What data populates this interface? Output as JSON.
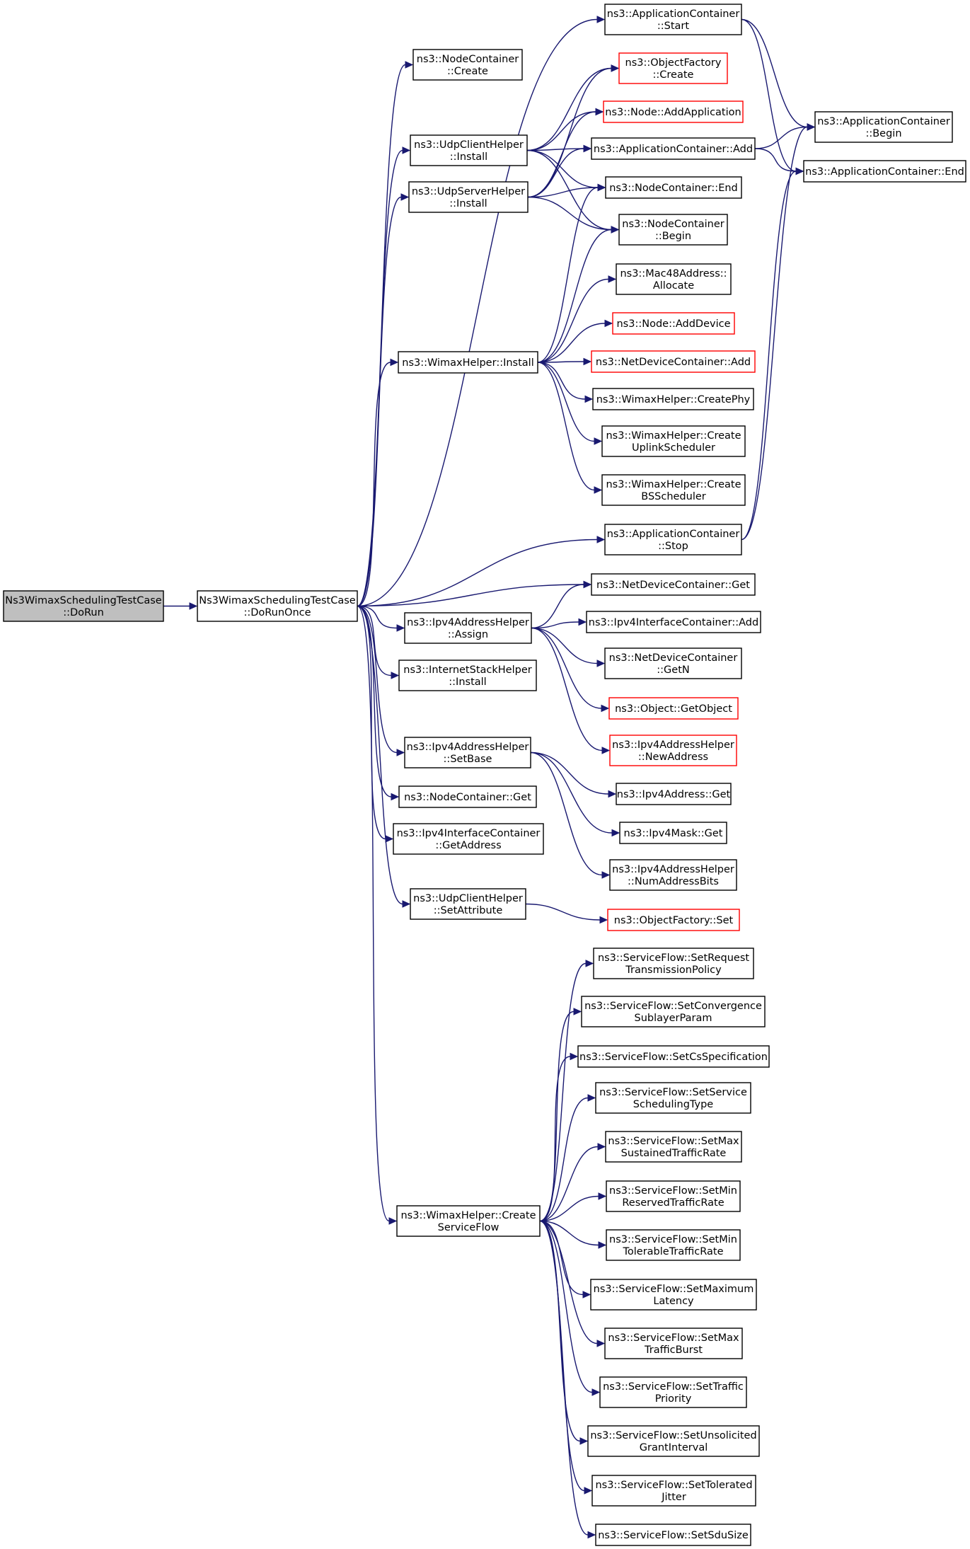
{
  "colors": {
    "edge": "#191970",
    "node_border": "#000000",
    "incomplete_node_border": "#ff0000",
    "root_fill": "#bfbfbf",
    "node_fill": "#ffffff"
  },
  "nodes": {
    "root": {
      "lines": [
        "Ns3WimaxSchedulingTestCase",
        "::DoRun"
      ],
      "style": "root"
    },
    "dorunonce": {
      "lines": [
        "Ns3WimaxSchedulingTestCase",
        "::DoRunOnce"
      ],
      "style": "normal"
    },
    "nc_create": {
      "lines": [
        "ns3::NodeContainer",
        "::Create"
      ],
      "style": "normal"
    },
    "udpc_install": {
      "lines": [
        "ns3::UdpClientHelper",
        "::Install"
      ],
      "style": "normal"
    },
    "udps_install": {
      "lines": [
        "ns3::UdpServerHelper",
        "::Install"
      ],
      "style": "normal"
    },
    "wimax_install": {
      "lines": [
        "ns3::WimaxHelper::Install"
      ],
      "style": "normal"
    },
    "ipv4ah_assign": {
      "lines": [
        "ns3::Ipv4AddressHelper",
        "::Assign"
      ],
      "style": "normal"
    },
    "ish_install": {
      "lines": [
        "ns3::InternetStackHelper",
        "::Install"
      ],
      "style": "normal"
    },
    "ipv4ah_setbase": {
      "lines": [
        "ns3::Ipv4AddressHelper",
        "::SetBase"
      ],
      "style": "normal"
    },
    "nc_get": {
      "lines": [
        "ns3::NodeContainer::Get"
      ],
      "style": "normal"
    },
    "ic_getaddress": {
      "lines": [
        "ns3::Ipv4InterfaceContainer",
        "::GetAddress"
      ],
      "style": "normal"
    },
    "udpc_setattr": {
      "lines": [
        "ns3::UdpClientHelper",
        "::SetAttribute"
      ],
      "style": "normal"
    },
    "wimax_createsf": {
      "lines": [
        "ns3::WimaxHelper::Create",
        "ServiceFlow"
      ],
      "style": "normal"
    },
    "ac_start": {
      "lines": [
        "ns3::ApplicationContainer",
        "::Start"
      ],
      "style": "normal"
    },
    "of_create": {
      "lines": [
        "ns3::ObjectFactory",
        "::Create"
      ],
      "style": "incomplete"
    },
    "node_addapp": {
      "lines": [
        "ns3::Node::AddApplication"
      ],
      "style": "incomplete"
    },
    "ac_add": {
      "lines": [
        "ns3::ApplicationContainer::Add"
      ],
      "style": "normal"
    },
    "nc_end": {
      "lines": [
        "ns3::NodeContainer::End"
      ],
      "style": "normal"
    },
    "nc_begin": {
      "lines": [
        "ns3::NodeContainer",
        "::Begin"
      ],
      "style": "normal"
    },
    "mac48_alloc": {
      "lines": [
        "ns3::Mac48Address::",
        "Allocate"
      ],
      "style": "normal"
    },
    "node_adddevice": {
      "lines": [
        "ns3::Node::AddDevice"
      ],
      "style": "incomplete"
    },
    "ndc_add": {
      "lines": [
        "ns3::NetDeviceContainer::Add"
      ],
      "style": "incomplete"
    },
    "wimax_createphy": {
      "lines": [
        "ns3::WimaxHelper::CreatePhy"
      ],
      "style": "normal"
    },
    "wimax_createus": {
      "lines": [
        "ns3::WimaxHelper::Create",
        "UplinkScheduler"
      ],
      "style": "normal"
    },
    "wimax_createbs": {
      "lines": [
        "ns3::WimaxHelper::Create",
        "BSScheduler"
      ],
      "style": "normal"
    },
    "ac_stop": {
      "lines": [
        "ns3::ApplicationContainer",
        "::Stop"
      ],
      "style": "normal"
    },
    "ndc_get": {
      "lines": [
        "ns3::NetDeviceContainer::Get"
      ],
      "style": "normal"
    },
    "ic_add": {
      "lines": [
        "ns3::Ipv4InterfaceContainer::Add"
      ],
      "style": "normal"
    },
    "ndc_getn": {
      "lines": [
        "ns3::NetDeviceContainer",
        "::GetN"
      ],
      "style": "normal"
    },
    "obj_getobject": {
      "lines": [
        "ns3::Object::GetObject"
      ],
      "style": "incomplete"
    },
    "ipv4ah_newaddr": {
      "lines": [
        "ns3::Ipv4AddressHelper",
        "::NewAddress"
      ],
      "style": "incomplete"
    },
    "ipv4addr_get": {
      "lines": [
        "ns3::Ipv4Address::Get"
      ],
      "style": "normal"
    },
    "ipv4mask_get": {
      "lines": [
        "ns3::Ipv4Mask::Get"
      ],
      "style": "normal"
    },
    "ipv4ah_numbits": {
      "lines": [
        "ns3::Ipv4AddressHelper",
        "::NumAddressBits"
      ],
      "style": "normal"
    },
    "of_set": {
      "lines": [
        "ns3::ObjectFactory::Set"
      ],
      "style": "incomplete"
    },
    "sf_setreqtx": {
      "lines": [
        "ns3::ServiceFlow::SetRequest",
        "TransmissionPolicy"
      ],
      "style": "normal"
    },
    "sf_setconv": {
      "lines": [
        "ns3::ServiceFlow::SetConvergence",
        "SublayerParam"
      ],
      "style": "normal"
    },
    "sf_setcs": {
      "lines": [
        "ns3::ServiceFlow::SetCsSpecification"
      ],
      "style": "normal"
    },
    "sf_setsched": {
      "lines": [
        "ns3::ServiceFlow::SetService",
        "SchedulingType"
      ],
      "style": "normal"
    },
    "sf_setmaxsus": {
      "lines": [
        "ns3::ServiceFlow::SetMax",
        "SustainedTrafficRate"
      ],
      "style": "normal"
    },
    "sf_setminres": {
      "lines": [
        "ns3::ServiceFlow::SetMin",
        "ReservedTrafficRate"
      ],
      "style": "normal"
    },
    "sf_setmintol": {
      "lines": [
        "ns3::ServiceFlow::SetMin",
        "TolerableTrafficRate"
      ],
      "style": "normal"
    },
    "sf_setmaxlat": {
      "lines": [
        "ns3::ServiceFlow::SetMaximum",
        "Latency"
      ],
      "style": "normal"
    },
    "sf_setmaxburst": {
      "lines": [
        "ns3::ServiceFlow::SetMax",
        "TrafficBurst"
      ],
      "style": "normal"
    },
    "sf_setprio": {
      "lines": [
        "ns3::ServiceFlow::SetTraffic",
        "Priority"
      ],
      "style": "normal"
    },
    "sf_setugi": {
      "lines": [
        "ns3::ServiceFlow::SetUnsolicited",
        "GrantInterval"
      ],
      "style": "normal"
    },
    "sf_setjitter": {
      "lines": [
        "ns3::ServiceFlow::SetTolerated",
        "Jitter"
      ],
      "style": "normal"
    },
    "sf_setsdu": {
      "lines": [
        "ns3::ServiceFlow::SetSduSize"
      ],
      "style": "normal"
    },
    "ac_begin": {
      "lines": [
        "ns3::ApplicationContainer",
        "::Begin"
      ],
      "style": "normal"
    },
    "ac_end": {
      "lines": [
        "ns3::ApplicationContainer::End"
      ],
      "style": "normal"
    }
  },
  "edges": [
    [
      "root",
      "dorunonce"
    ],
    [
      "dorunonce",
      "nc_create"
    ],
    [
      "dorunonce",
      "ac_start"
    ],
    [
      "dorunonce",
      "udpc_install"
    ],
    [
      "dorunonce",
      "udps_install"
    ],
    [
      "dorunonce",
      "wimax_install"
    ],
    [
      "dorunonce",
      "ac_stop"
    ],
    [
      "dorunonce",
      "ndc_get"
    ],
    [
      "dorunonce",
      "ipv4ah_assign"
    ],
    [
      "dorunonce",
      "ish_install"
    ],
    [
      "dorunonce",
      "ipv4ah_setbase"
    ],
    [
      "dorunonce",
      "nc_get"
    ],
    [
      "dorunonce",
      "ic_getaddress"
    ],
    [
      "dorunonce",
      "udpc_setattr"
    ],
    [
      "dorunonce",
      "wimax_createsf"
    ],
    [
      "ac_start",
      "ac_begin"
    ],
    [
      "ac_start",
      "ac_end"
    ],
    [
      "udpc_install",
      "of_create"
    ],
    [
      "udpc_install",
      "node_addapp"
    ],
    [
      "udpc_install",
      "ac_add"
    ],
    [
      "udpc_install",
      "nc_end"
    ],
    [
      "udpc_install",
      "nc_begin"
    ],
    [
      "udps_install",
      "of_create"
    ],
    [
      "udps_install",
      "node_addapp"
    ],
    [
      "udps_install",
      "ac_add"
    ],
    [
      "udps_install",
      "nc_end"
    ],
    [
      "udps_install",
      "nc_begin"
    ],
    [
      "ac_add",
      "ac_begin"
    ],
    [
      "ac_add",
      "ac_end"
    ],
    [
      "wimax_install",
      "nc_end"
    ],
    [
      "wimax_install",
      "nc_begin"
    ],
    [
      "wimax_install",
      "mac48_alloc"
    ],
    [
      "wimax_install",
      "node_adddevice"
    ],
    [
      "wimax_install",
      "ndc_add"
    ],
    [
      "wimax_install",
      "wimax_createphy"
    ],
    [
      "wimax_install",
      "wimax_createus"
    ],
    [
      "wimax_install",
      "wimax_createbs"
    ],
    [
      "ac_stop",
      "ac_begin"
    ],
    [
      "ac_stop",
      "ac_end"
    ],
    [
      "ipv4ah_assign",
      "ndc_get"
    ],
    [
      "ipv4ah_assign",
      "ic_add"
    ],
    [
      "ipv4ah_assign",
      "ndc_getn"
    ],
    [
      "ipv4ah_assign",
      "obj_getobject"
    ],
    [
      "ipv4ah_assign",
      "ipv4ah_newaddr"
    ],
    [
      "ipv4ah_setbase",
      "ipv4addr_get"
    ],
    [
      "ipv4ah_setbase",
      "ipv4mask_get"
    ],
    [
      "ipv4ah_setbase",
      "ipv4ah_numbits"
    ],
    [
      "udpc_setattr",
      "of_set"
    ],
    [
      "wimax_createsf",
      "sf_setreqtx"
    ],
    [
      "wimax_createsf",
      "sf_setconv"
    ],
    [
      "wimax_createsf",
      "sf_setcs"
    ],
    [
      "wimax_createsf",
      "sf_setsched"
    ],
    [
      "wimax_createsf",
      "sf_setmaxsus"
    ],
    [
      "wimax_createsf",
      "sf_setminres"
    ],
    [
      "wimax_createsf",
      "sf_setmintol"
    ],
    [
      "wimax_createsf",
      "sf_setmaxlat"
    ],
    [
      "wimax_createsf",
      "sf_setmaxburst"
    ],
    [
      "wimax_createsf",
      "sf_setprio"
    ],
    [
      "wimax_createsf",
      "sf_setugi"
    ],
    [
      "wimax_createsf",
      "sf_setjitter"
    ],
    [
      "wimax_createsf",
      "sf_setsdu"
    ]
  ]
}
